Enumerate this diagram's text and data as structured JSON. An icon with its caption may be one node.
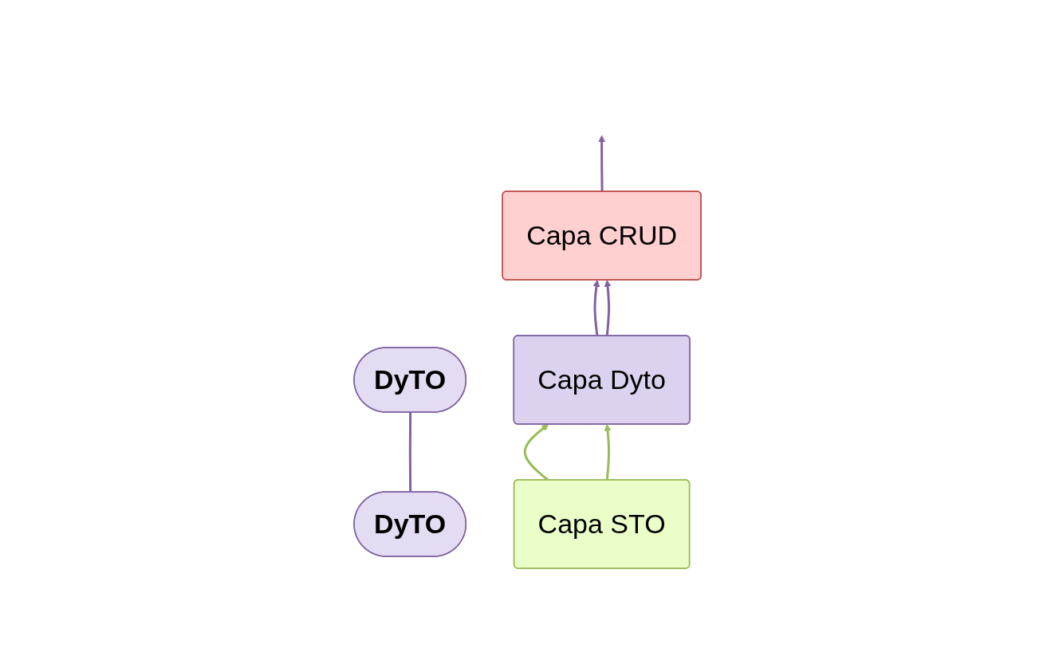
{
  "diagram": {
    "nodes": [
      {
        "text": [
          "DyTO"
        ]
      },
      {
        "text": [
          "DyTO"
        ]
      },
      {
        "text": [
          "Capa CRUD"
        ]
      },
      {
        "text": [
          "Capa Dyto"
        ]
      },
      {
        "text": [
          "Capa STO"
        ]
      }
    ],
    "edges": [
      {
        "from": 0,
        "to": 1,
        "arrow": "none"
      },
      {
        "from": 2,
        "to": null,
        "arrow": "to"
      },
      {
        "from": 3,
        "to": 2,
        "arrow": "to"
      },
      {
        "from": 3,
        "to": 2,
        "arrow": "to"
      },
      {
        "from": 4,
        "to": 3,
        "arrow": "to",
        "color": "#9bbb59"
      },
      {
        "from": 4,
        "to": 3,
        "arrow": "to",
        "color": "#9bbb59"
      }
    ]
  }
}
